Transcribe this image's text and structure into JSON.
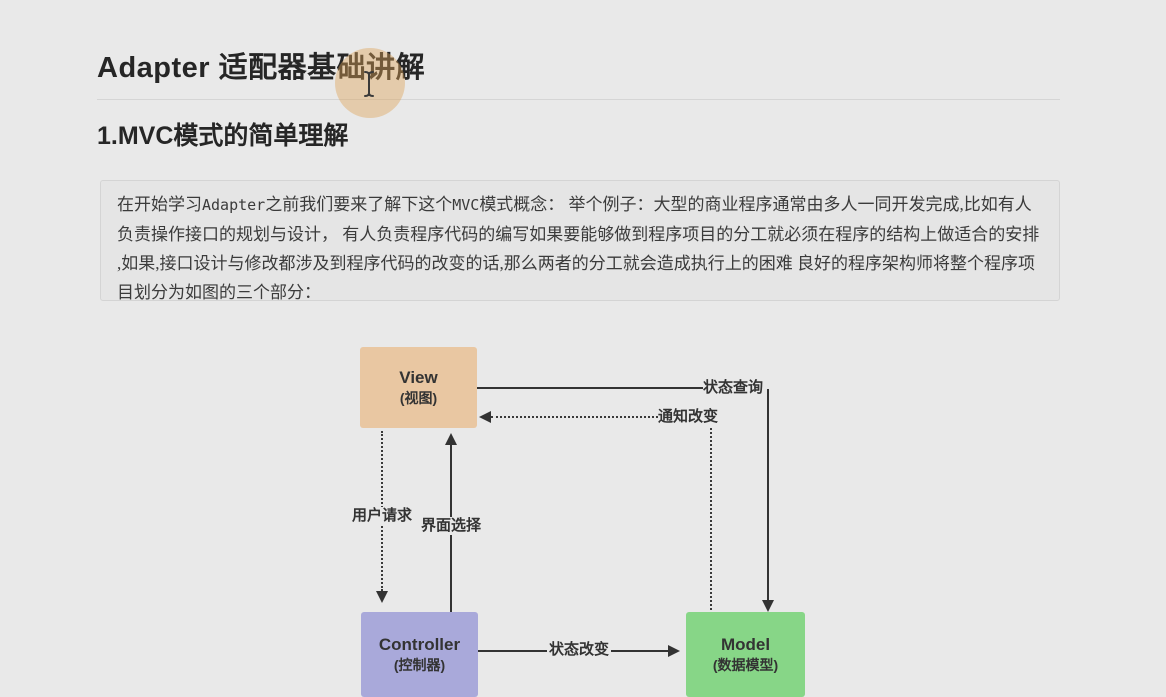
{
  "page": {
    "title": "Adapter 适配器基础讲解",
    "section_heading": "1.MVC模式的简单理解"
  },
  "quote": {
    "p1": "在开始学习",
    "code1": "Adapter",
    "p2": "之前我们要来了解下这个",
    "code2": "MVC",
    "p3": "模式概念：  举个例子：大型的商业程序通常由多人一同开发完成,比如有人负责操作接口的规划与设计， 有人负责程序代码的编写如果要能够做到程序项目的分工就必须在程序的结构上做适合的安排 ,如果,接口设计与修改都涉及到程序代码的改变的话,那么两者的分工就会造成执行上的困难 良好的程序架构师将整个程序项目划分为如图的三个部分："
  },
  "diagram": {
    "nodes": {
      "view": {
        "label": "View",
        "sublabel": "(视图)",
        "color": "#e9c7a2"
      },
      "controller": {
        "label": "Controller",
        "sublabel": "(控制器)",
        "color": "#a9a9da"
      },
      "model": {
        "label": "Model",
        "sublabel": "(数据模型)",
        "color": "#87d687"
      }
    },
    "edges": {
      "state_query": {
        "label": "状态查询",
        "from": "View",
        "to": "Model",
        "style": "solid"
      },
      "notify_change": {
        "label": "通知改变",
        "from": "Model",
        "to": "View",
        "style": "dotted"
      },
      "user_request": {
        "label": "用户请求",
        "from": "View",
        "to": "Controller",
        "style": "dotted"
      },
      "interface_select": {
        "label": "界面选择",
        "from": "Controller",
        "to": "View",
        "style": "solid"
      },
      "state_change": {
        "label": "状态改变",
        "from": "Controller",
        "to": "Model",
        "style": "solid"
      }
    },
    "line_color": "#333333"
  },
  "cursor": {
    "type": "text-ibeam",
    "halo_color": "#dda355"
  }
}
